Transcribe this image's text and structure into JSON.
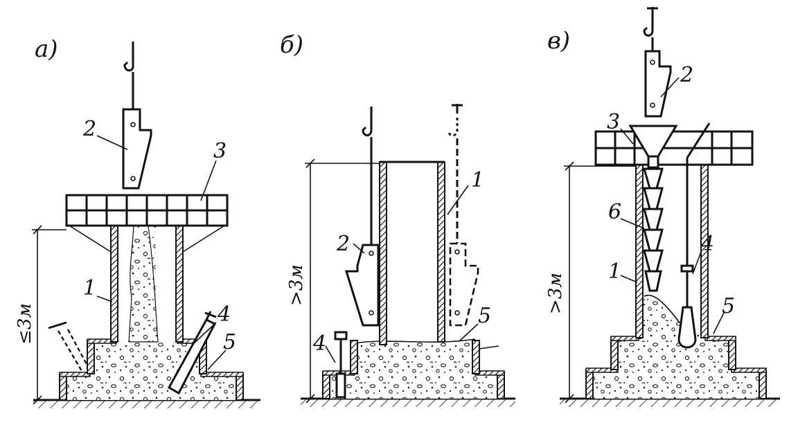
{
  "panels": [
    {
      "letter": "а)",
      "callouts": [
        "1",
        "2",
        "3",
        "4",
        "5"
      ],
      "height_mark": "≤3м"
    },
    {
      "letter": "б)",
      "callouts": [
        "1",
        "2",
        "4",
        "5"
      ],
      "height_mark": ">3м"
    },
    {
      "letter": "в)",
      "callouts": [
        "1",
        "2",
        "3",
        "4",
        "5",
        "6"
      ],
      "height_mark": ">3м"
    }
  ],
  "colors": {
    "ink": "#111111",
    "background": "#ffffff"
  }
}
